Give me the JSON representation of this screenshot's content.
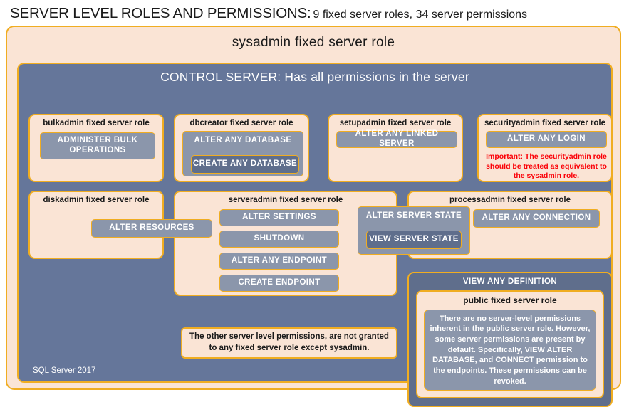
{
  "title": {
    "main": "SERVER LEVEL ROLES AND PERMISSIONS:",
    "sub": "9 fixed server roles, 34 server permissions"
  },
  "sysadmin": {
    "label": "sysadmin fixed server role"
  },
  "control_server": {
    "label": "CONTROL SERVER: Has all permissions in the server",
    "version_label": "SQL Server 2017"
  },
  "roles": {
    "bulkadmin": {
      "label": "bulkadmin fixed server role",
      "permissions": [
        "ADMINISTER  BULK OPERATIONS"
      ]
    },
    "dbcreator": {
      "label": "dbcreator fixed server role",
      "permissions": [
        "ALTER ANY DATABASE",
        "CREATE ANY DATABASE"
      ]
    },
    "setupadmin": {
      "label": "setupadmin fixed server role",
      "permissions": [
        "ALTER ANY LINKED SERVER"
      ]
    },
    "securityadmin": {
      "label": "securityadmin fixed server role",
      "permissions": [
        "ALTER ANY LOGIN"
      ],
      "warning": "Important:  The securityadmin role should  be treated as equivalent to the  sysadmin role."
    },
    "diskadmin": {
      "label": "diskadmin fixed server role",
      "permissions": [
        "ALTER RESOURCES"
      ]
    },
    "serveradmin": {
      "label": "serveradmin fixed server role",
      "permissions": [
        "ALTER SETTINGS",
        "SHUTDOWN",
        "ALTER ANY ENDPOINT",
        "CREATE  ENDPOINT"
      ]
    },
    "processadmin": {
      "label": "processadmin fixed server role",
      "permissions": [
        "ALTER ANY CONNECTION"
      ]
    },
    "shared": {
      "alter_server_state": "ALTER SERVER STATE",
      "view_server_state": "VIEW SERVER STATE"
    },
    "public": {
      "view_any_definition": "VIEW ANY DEFINITION",
      "label": "public  fixed server role",
      "note": "There are no server-level permissions inherent in the public server role. However, some server permissions are present by default. Specifically, VIEW ALTER DATABASE, and CONNECT permission to the endpoints. These permissions can be revoked."
    }
  },
  "notes": {
    "other_permissions": "The other server level permissions,  are not granted to any fixed server role except sysadmin."
  },
  "colors": {
    "peach": "#fae4d5",
    "gold_border": "#f0ad21",
    "panel_blue": "#65769a",
    "chip_blue": "#8b96ab",
    "chip_dark_blue": "#5f6e8c",
    "warning_red": "#fb0007"
  }
}
